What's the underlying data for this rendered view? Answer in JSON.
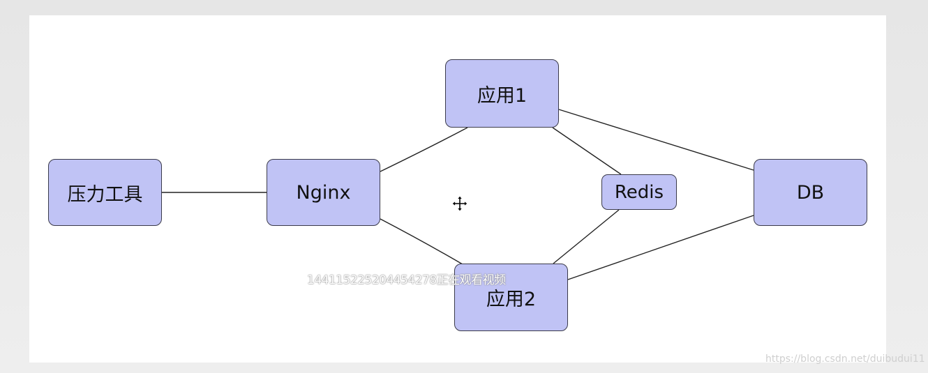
{
  "diagram": {
    "nodes": {
      "tool": {
        "label": "压力工具"
      },
      "nginx": {
        "label": "Nginx"
      },
      "app1": {
        "label": "应用1"
      },
      "app2": {
        "label": "应用2"
      },
      "redis": {
        "label": "Redis"
      },
      "db": {
        "label": "DB"
      }
    },
    "edges": [
      {
        "from": "压力工具",
        "to": "Nginx"
      },
      {
        "from": "Nginx",
        "to": "应用1"
      },
      {
        "from": "Nginx",
        "to": "应用2"
      },
      {
        "from": "应用1",
        "to": "Redis"
      },
      {
        "from": "应用2",
        "to": "Redis"
      },
      {
        "from": "应用1",
        "to": "DB"
      },
      {
        "from": "应用2",
        "to": "DB"
      }
    ],
    "colors": {
      "node_fill": "#c0c3f5",
      "node_border": "#3a3a4a",
      "edge": "#222222"
    }
  },
  "overlay": {
    "viewer_text": "14411522520445427​8正在观看视频"
  },
  "watermark": {
    "text": "https://blog.csdn.net/duibudui11"
  },
  "cursor": {
    "icon": "move-cursor-icon"
  }
}
